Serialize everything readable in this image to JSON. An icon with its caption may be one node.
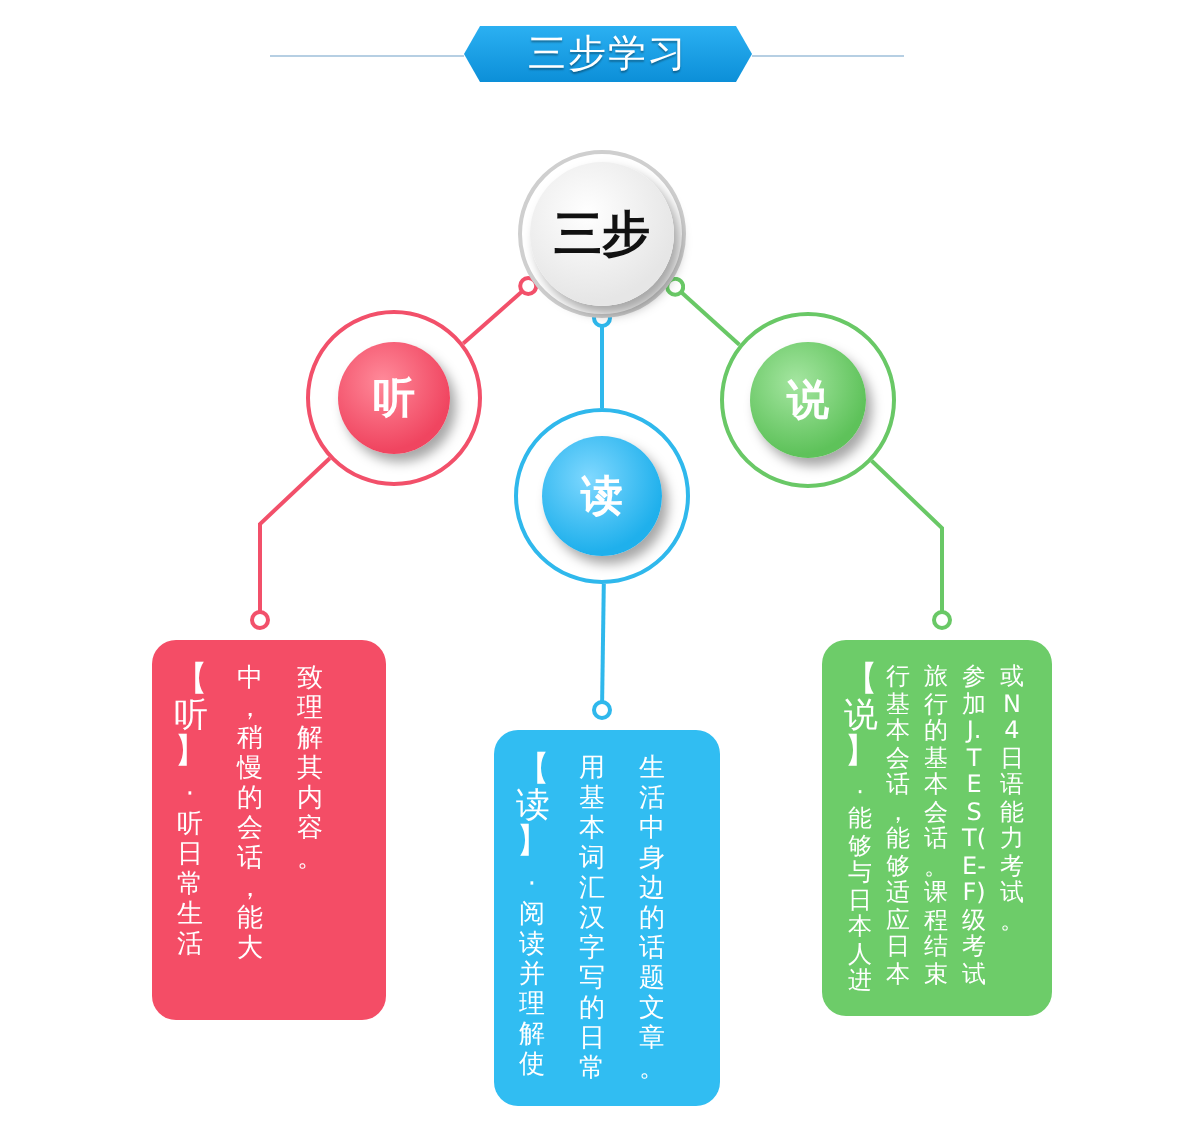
{
  "diagram": {
    "nodes": [
      {
        "text": [
          "三步学习"
        ]
      },
      {
        "text": [
          "三步"
        ]
      },
      {
        "text": [
          "听"
        ]
      },
      {
        "text": [
          "读"
        ]
      },
      {
        "text": [
          "说"
        ]
      },
      {
        "text": [
          "【听】",
          "·听日常生活中，稍慢的会话，能大致理解其内容。"
        ]
      },
      {
        "text": [
          "【读】",
          "·阅读并理解使用基本词汇汉字写的日常生活中身边的话题文章。"
        ]
      },
      {
        "text": [
          "【说】",
          "·能够与日本人进行基本会话，能够适应日本旅行的基本会话。课程结束参加J.TEST(E-F)级考试或N4日语能力考试。"
        ]
      }
    ],
    "edges": [
      {
        "from": 1,
        "to": 2,
        "arrow": "other",
        "color": "#f2506a"
      },
      {
        "from": 1,
        "to": 3,
        "arrow": "other",
        "color": "#2fb8ec"
      },
      {
        "from": 1,
        "to": 4,
        "arrow": "other",
        "color": "#69c866"
      },
      {
        "from": 5,
        "to": 2,
        "arrow": "other",
        "color": "#f2506a"
      },
      {
        "from": 6,
        "to": 3,
        "arrow": "other",
        "color": "#2fb8ec"
      },
      {
        "from": 7,
        "to": 4,
        "arrow": "other",
        "color": "#69c866"
      }
    ]
  }
}
